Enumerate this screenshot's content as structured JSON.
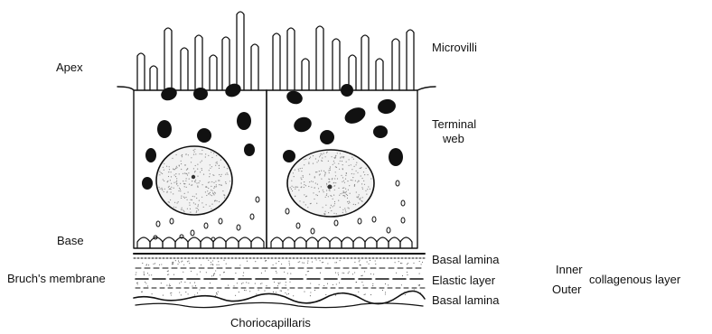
{
  "labels": {
    "apex": "Apex",
    "base": "Base",
    "bruchs_membrane": "Bruch's membrane",
    "microvilli": "Microvilli",
    "terminal_web_line1": "Terminal",
    "terminal_web_line2": "web",
    "basal_lamina_upper": "Basal lamina",
    "elastic_layer": "Elastic layer",
    "basal_lamina_lower": "Basal lamina",
    "inner": "Inner",
    "outer": "Outer",
    "collagenous_layer": "collagenous layer",
    "choriocapillaris": "Choriocapillaris"
  },
  "colors": {
    "ink": "#111111",
    "nucleus_fill": "#f2f2f2",
    "stipple": "#8a8a8a",
    "background": "#ffffff"
  }
}
